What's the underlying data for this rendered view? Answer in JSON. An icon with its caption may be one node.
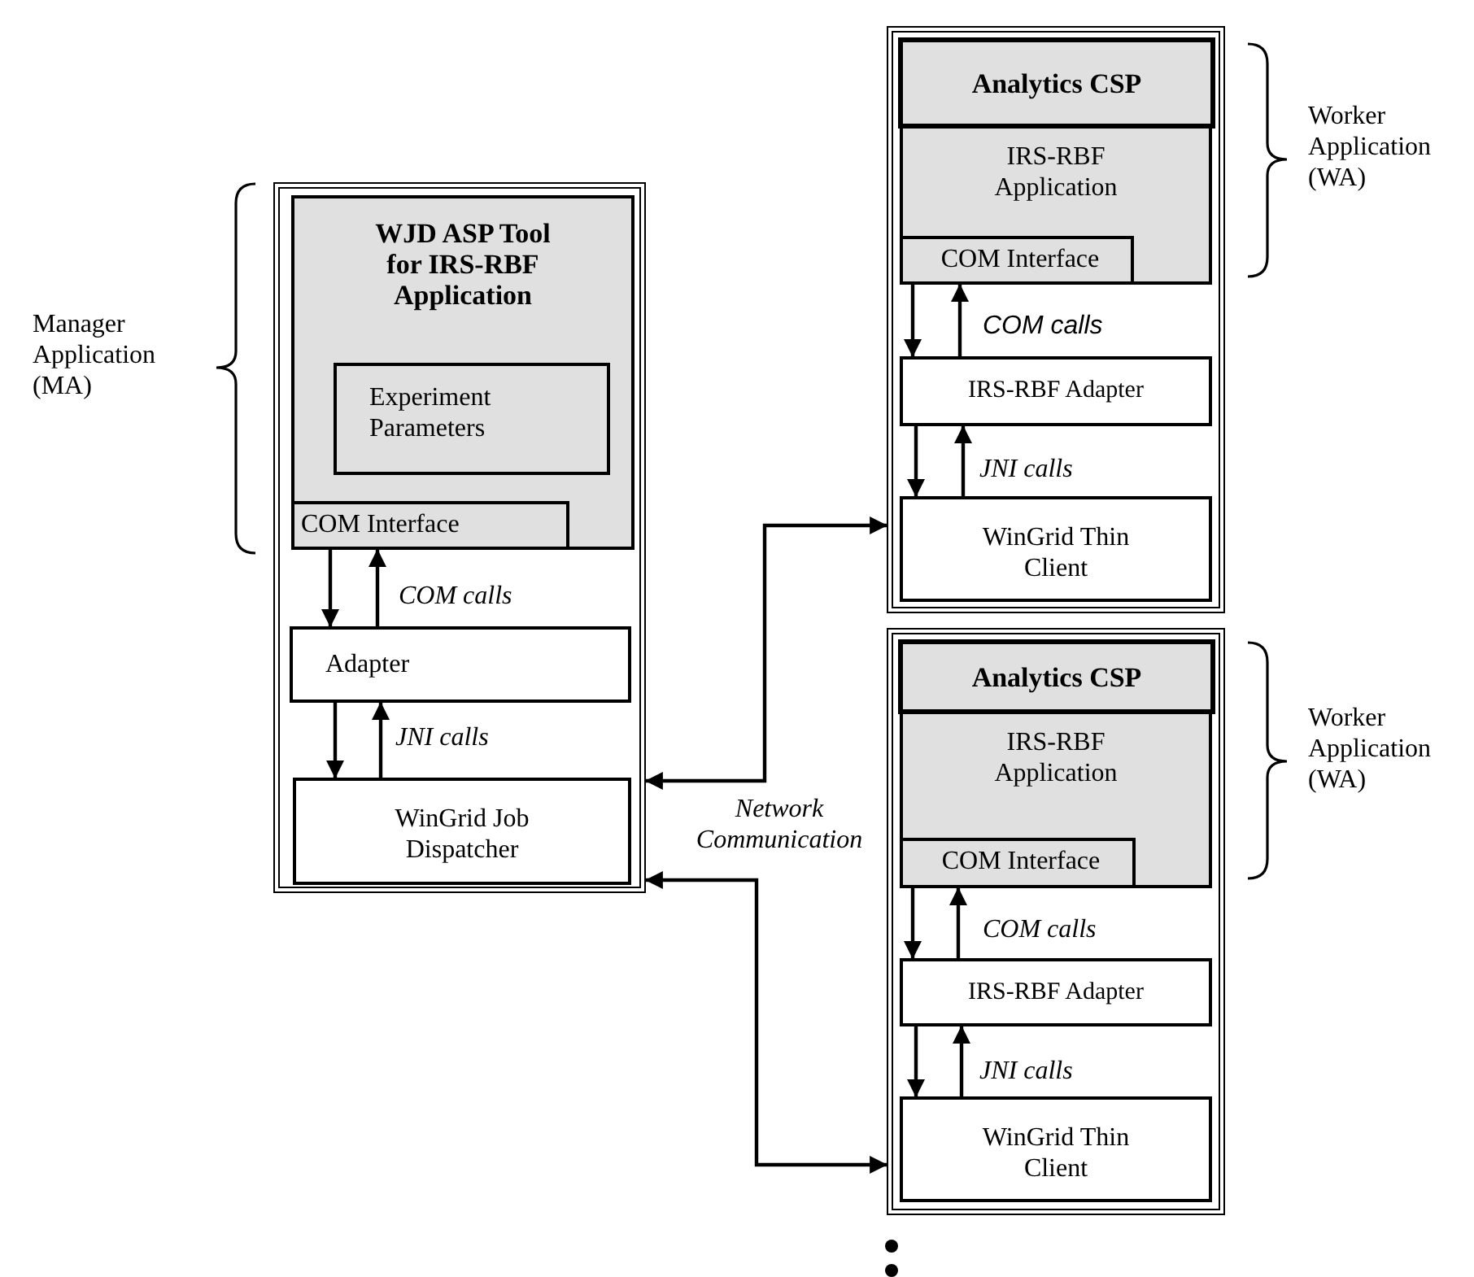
{
  "diagram": {
    "nodes": [
      {
        "text": [],
        "shape": "box"
      },
      {
        "text": [
          "WJD ASP Tool for IRS-RBF Application"
        ],
        "in": 0
      },
      {
        "text": [
          "Experiment Parameters"
        ],
        "in": 1
      },
      {
        "text": [
          "COM Interface"
        ],
        "in": 1
      },
      {
        "text": [
          "Adapter"
        ],
        "in": 0
      },
      {
        "text": [
          "WinGrid Job Dispatcher"
        ],
        "in": 0
      },
      {
        "text": [],
        "shape": "box"
      },
      {
        "text": [
          "Analytics CSP"
        ],
        "in": 6
      },
      {
        "text": [
          "IRS-RBF Application"
        ],
        "in": 6
      },
      {
        "text": [
          "COM Interface"
        ],
        "in": 8
      },
      {
        "text": [
          "IRS-RBF Adapter"
        ],
        "in": 6
      },
      {
        "text": [
          "WinGrid Thin Client"
        ],
        "in": 6
      },
      {
        "text": [],
        "shape": "box"
      },
      {
        "text": [
          "Analytics CSP"
        ],
        "in": 12
      },
      {
        "text": [
          "IRS-RBF Application"
        ],
        "in": 12
      },
      {
        "text": [
          "COM Interface"
        ],
        "in": 14
      },
      {
        "text": [
          "IRS-RBF Adapter"
        ],
        "in": 12
      },
      {
        "text": [
          "WinGrid Thin Client"
        ],
        "in": 12
      }
    ],
    "edges": [
      {
        "from": 3,
        "to": 4,
        "arrow": "to"
      },
      {
        "from": 4,
        "to": 3,
        "arrow": "to",
        "label": "COM calls"
      },
      {
        "from": 4,
        "to": 5,
        "arrow": "to"
      },
      {
        "from": 5,
        "to": 4,
        "arrow": "to",
        "label": "JNI calls"
      },
      {
        "from": 9,
        "to": 10,
        "arrow": "to"
      },
      {
        "from": 10,
        "to": 9,
        "arrow": "to",
        "label": "COM calls"
      },
      {
        "from": 10,
        "to": 11,
        "arrow": "to"
      },
      {
        "from": 11,
        "to": 10,
        "arrow": "to",
        "label": "JNI calls"
      },
      {
        "from": 0,
        "to": 6,
        "arrow": "both"
      },
      {
        "from": 0,
        "to": 12,
        "arrow": "both"
      },
      {
        "from": 15,
        "to": 16,
        "arrow": "to"
      },
      {
        "from": 16,
        "to": 15,
        "arrow": "to",
        "label": "COM calls"
      },
      {
        "from": 16,
        "to": 17,
        "arrow": "to"
      },
      {
        "from": 17,
        "to": 16,
        "arrow": "to",
        "label": "JNI calls"
      }
    ],
    "labels": [
      "Manager Application (MA)",
      "Worker Application (WA)",
      "Worker Application (WA)",
      "Network Communication"
    ]
  }
}
